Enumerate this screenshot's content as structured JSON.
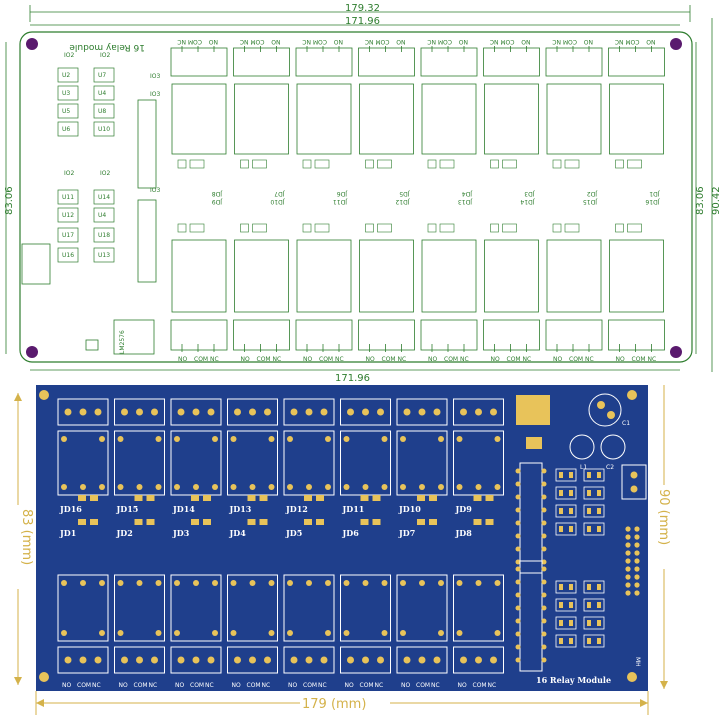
{
  "layout_drawing": {
    "title": "16 Relay module",
    "dims": {
      "top_outer": "179.32",
      "top_inner": "171.96",
      "bottom": "171.96",
      "left": "83.06",
      "right_inner": "83.06",
      "right_outer": "90.42"
    },
    "ic_labels": [
      "IO2",
      "IO2",
      "IO2",
      "IO2",
      "IO3",
      "IO3",
      "IO3"
    ],
    "u_labels_left": [
      "U2",
      "U3",
      "U5",
      "U6",
      "U11",
      "U12",
      "U17",
      "U16"
    ],
    "u_labels_right": [
      "U7",
      "U4",
      "U8",
      "U10",
      "U14",
      "U4",
      "U18",
      "U13"
    ],
    "jd_upper": [
      "JD8",
      "JD7",
      "JD6",
      "JD5",
      "JD4",
      "JD3",
      "JD2",
      "JD1"
    ],
    "jd_lower": [
      "JD9",
      "JD10",
      "JD11",
      "JD12",
      "JD13",
      "JD14",
      "JD15",
      "JD16"
    ],
    "terminal_pins": [
      "NC",
      "COM",
      "NO"
    ],
    "regulator": "LM2576"
  },
  "pcb_render": {
    "title": "16 Relay Module",
    "jd_upper": [
      "JD16",
      "JD15",
      "JD14",
      "JD13",
      "JD12",
      "JD11",
      "JD10",
      "JD9"
    ],
    "jd_lower": [
      "JD1",
      "JD2",
      "JD3",
      "JD4",
      "JD5",
      "JD6",
      "JD7",
      "JD8"
    ],
    "terminal_pins": [
      "NO",
      "COM",
      "NC"
    ],
    "components": [
      "C1",
      "C2",
      "L1",
      "MH"
    ],
    "dims": {
      "width": "179 (mm)",
      "height_left": "83 (mm)",
      "height_right": "90 (mm)"
    }
  },
  "colors": {
    "outline": "#2e7d2e",
    "mount_hole": "#5a1a6e",
    "pcb_blue": "#1f3f8c",
    "pad_gold": "#e8c35a",
    "dim_gold": "#d4b24a"
  }
}
